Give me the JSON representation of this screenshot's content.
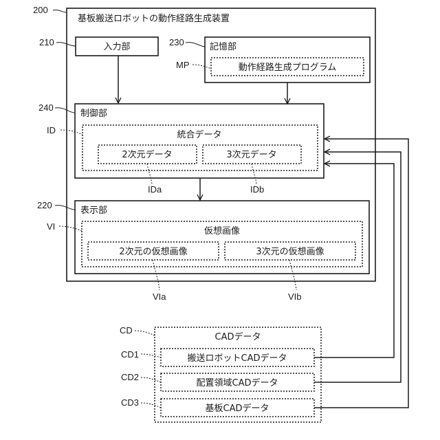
{
  "device": {
    "ref": "200",
    "title": "基板搬送ロボットの動作経路生成装置"
  },
  "input_unit": {
    "ref": "210",
    "label": "入力部"
  },
  "storage_unit": {
    "ref": "230",
    "label": "記憶部",
    "program": {
      "ref": "MP",
      "label": "動作経路生成プログラム"
    }
  },
  "control_unit": {
    "ref": "240",
    "label": "制御部",
    "integrated_data": {
      "ref": "ID",
      "label": "統合データ",
      "items": [
        {
          "ref": "IDa",
          "label": "2次元データ"
        },
        {
          "ref": "IDb",
          "label": "3次元データ"
        }
      ]
    }
  },
  "display_unit": {
    "ref": "220",
    "label": "表示部",
    "virtual_image": {
      "ref": "VI",
      "label": "仮想画像",
      "items": [
        {
          "ref": "VIa",
          "label": "2次元の仮想画像"
        },
        {
          "ref": "VIb",
          "label": "3次元の仮想画像"
        }
      ]
    }
  },
  "cad_data": {
    "ref": "CD",
    "label": "CADデータ",
    "items": [
      {
        "ref": "CD1",
        "label": "搬送ロボットCADデータ"
      },
      {
        "ref": "CD2",
        "label": "配置領域CADデータ"
      },
      {
        "ref": "CD3",
        "label": "基板CADデータ"
      }
    ]
  }
}
